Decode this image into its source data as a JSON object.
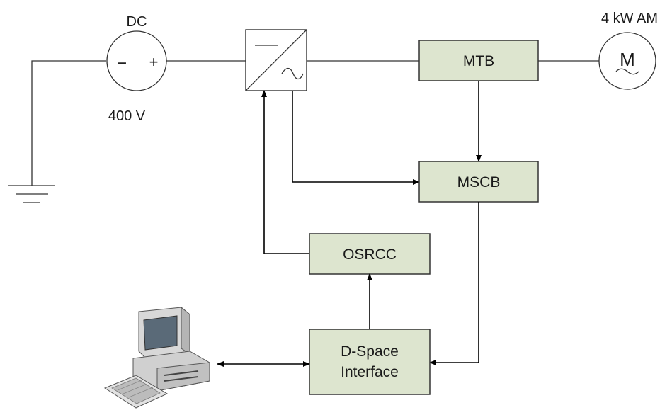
{
  "source": {
    "top_label": "DC",
    "bottom_label": "400 V",
    "minus": "−",
    "plus": "+"
  },
  "motor": {
    "label": "4 kW AM",
    "symbol": "M"
  },
  "blocks": {
    "mtb": "MTB",
    "mscb": "MSCB",
    "osrcc": "OSRCC",
    "dspace_line1": "D-Space",
    "dspace_line2": "Interface"
  },
  "icons": {
    "computer": "computer-icon",
    "ground": "ground-icon",
    "converter": "dc-ac-converter-icon"
  },
  "colors": {
    "block_fill": "#dde5cf",
    "line": "#333333"
  }
}
